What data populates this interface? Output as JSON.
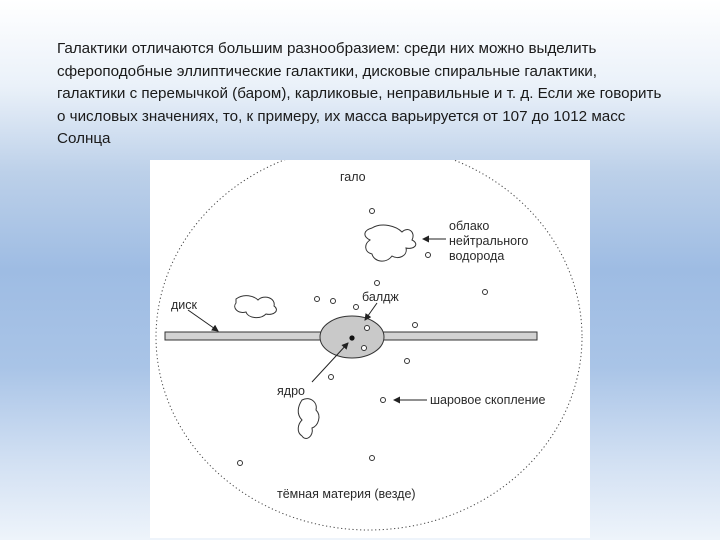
{
  "slide": {
    "paragraph": "Галактики отличаются большим разнообразием: среди них можно выделить сфероподобные эллиптические галактики, дисковые спиральные галактики, галактики с перемычкой (баром), карликовые, неправильные и т. д. Если же говорить о числовых значениях, то, к примеру, их масса варьируется от 107 до 1012 масс Солнца"
  },
  "diagram": {
    "labels": {
      "halo": "гало",
      "hydrogen_line1": "облако",
      "hydrogen_line2": "нейтрального",
      "hydrogen_line3": "водорода",
      "disk": "диск",
      "bulge": "балдж",
      "nucleus": "ядро",
      "globular_cluster": "шаровое скопление",
      "dark_matter": "тёмная материя (везде)"
    }
  }
}
